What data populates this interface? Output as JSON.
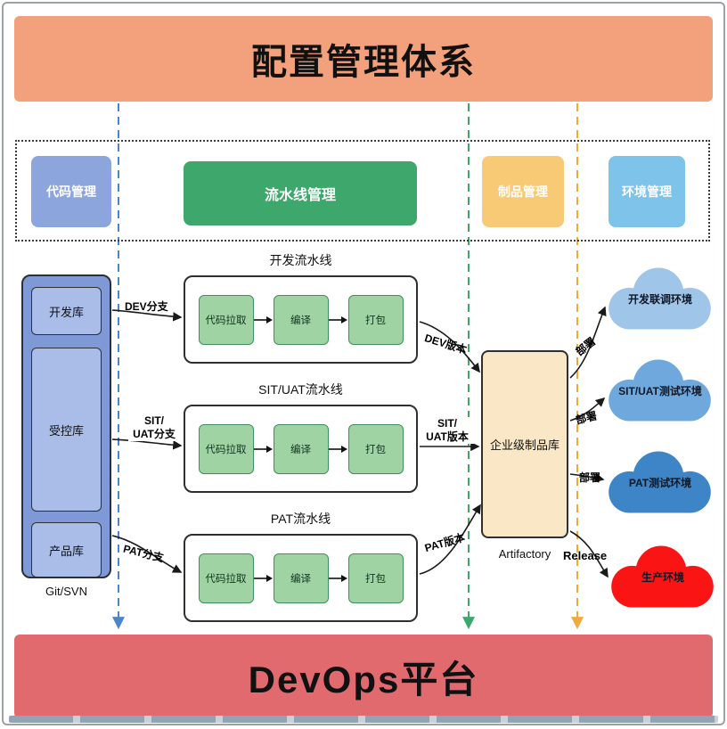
{
  "page": {
    "title": "配置管理体系",
    "platform": "DevOps平台",
    "title_bg": "#F3A17C",
    "platform_bg": "#E16A6F"
  },
  "lanes": {
    "code": "#4A86C8",
    "pipeline": "#3EA76B",
    "artifact": "#F2A93B"
  },
  "management": {
    "items": [
      {
        "label": "代码管理",
        "color": "#8CA5DC"
      },
      {
        "label": "流水线管理",
        "color": "#3EA76B"
      },
      {
        "label": "制品管理",
        "color": "#F9CA76"
      },
      {
        "label": "环境管理",
        "color": "#7EC3EA"
      }
    ]
  },
  "source_control": {
    "caption": "Git/SVN",
    "container_color": "#7E99D6",
    "repo_color": "#AABDE8",
    "repos": [
      {
        "label": "开发库",
        "branch_label": "DEV分支"
      },
      {
        "label": "受控库",
        "branch_label": "SIT/\nUAT分支"
      },
      {
        "label": "产品库",
        "branch_label": "PAT分支"
      }
    ]
  },
  "pipelines": [
    {
      "title": "开发流水线",
      "steps": [
        "代码拉取",
        "编译",
        "打包"
      ],
      "version_label": "DEV版本"
    },
    {
      "title": "SIT/UAT流水线",
      "steps": [
        "代码拉取",
        "编译",
        "打包"
      ],
      "version_label": "SIT/\nUAT版本"
    },
    {
      "title": "PAT流水线",
      "steps": [
        "代码拉取",
        "编译",
        "打包"
      ],
      "version_label": "PAT版本"
    }
  ],
  "pipeline_step_color": "#9FD3A4",
  "artifact_repository": {
    "label": "企业级制品库",
    "caption": "Artifactory",
    "color": "#FAE7C6"
  },
  "environments": [
    {
      "label": "开发联调环境",
      "color": "#9FC5E8",
      "arrow_label": "部署"
    },
    {
      "label": "SIT/UAT测试环境",
      "color": "#6FA8DC",
      "arrow_label": "部署"
    },
    {
      "label": "PAT测试环境",
      "color": "#3D85C6",
      "arrow_label": "部署"
    },
    {
      "label": "生产环境",
      "color": "#FA1414",
      "arrow_label": "Release"
    }
  ]
}
